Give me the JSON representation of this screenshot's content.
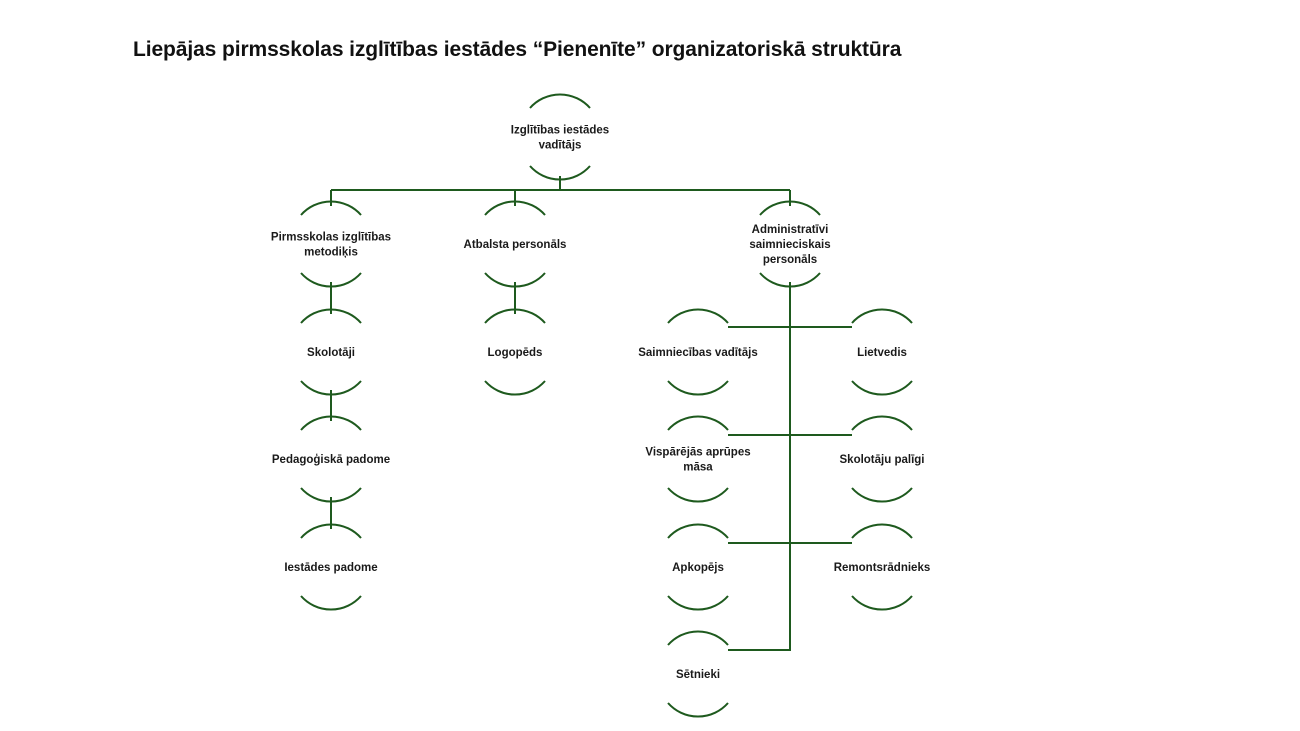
{
  "title": "Liepājas pirmsskolas izglītības iestādes “Pienenīte” organizatoriskā struktūra",
  "colors": {
    "line": "#1e5a1e",
    "text": "#1a1a1a"
  },
  "nodes": {
    "head": {
      "lines": [
        "Izglītības iestādes",
        "vadītājs"
      ]
    },
    "methodist": {
      "lines": [
        "Pirmsskolas izglītības",
        "metodiķis"
      ]
    },
    "support": {
      "lines": [
        "Atbalsta personāls"
      ]
    },
    "admin": {
      "lines": [
        "Administratīvi",
        "saimnieciskais",
        "personāls"
      ]
    },
    "teachers": {
      "lines": [
        "Skolotāji"
      ]
    },
    "ped_council": {
      "lines": [
        "Pedagoģiskā padome"
      ]
    },
    "inst_council": {
      "lines": [
        "Iestādes padome"
      ]
    },
    "speech": {
      "lines": [
        "Logopēds"
      ]
    },
    "econ_manager": {
      "lines": [
        "Saimniecības vadītājs"
      ]
    },
    "clerk": {
      "lines": [
        "Lietvedis"
      ]
    },
    "nurse": {
      "lines": [
        "Vispārējās aprūpes",
        "māsa"
      ]
    },
    "assistants": {
      "lines": [
        "Skolotāju palīgi"
      ]
    },
    "cleaner": {
      "lines": [
        "Apkopējs"
      ]
    },
    "repairman": {
      "lines": [
        "Remontsrādnieks"
      ]
    },
    "janitors": {
      "lines": [
        "Sētnieki"
      ]
    }
  }
}
